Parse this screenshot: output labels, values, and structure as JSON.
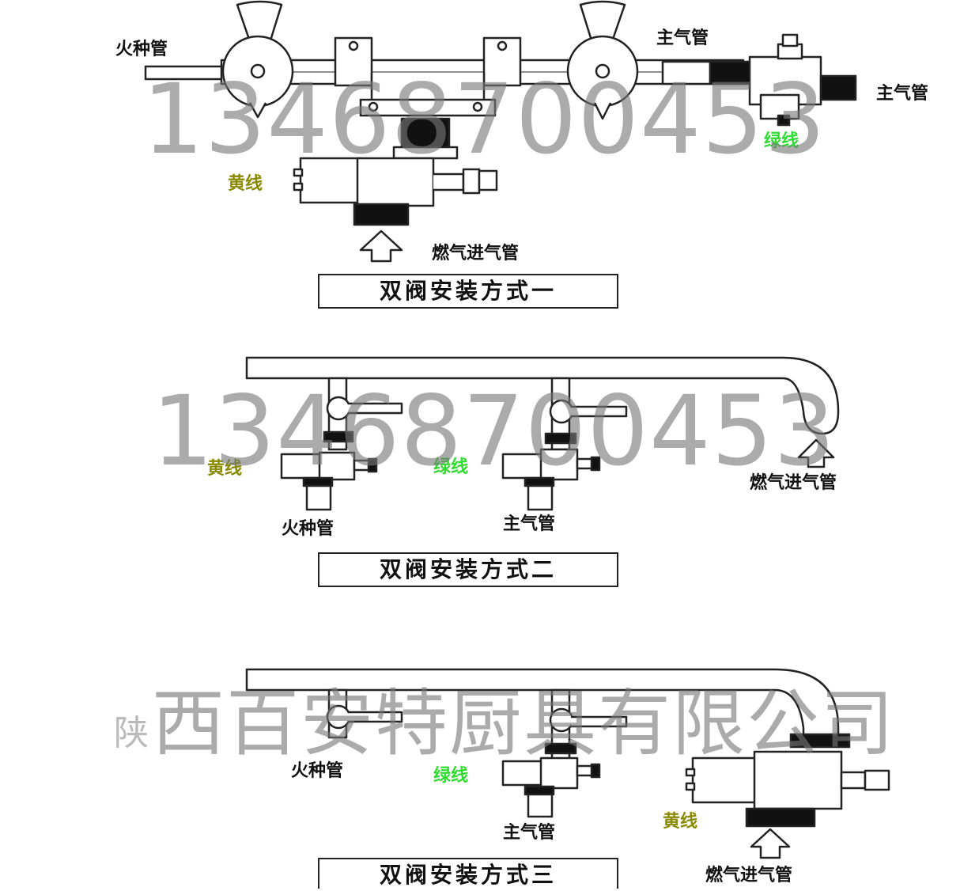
{
  "diagram1": {
    "caption": "双阀安装方式一",
    "labels": {
      "pilot_pipe": "火种管",
      "main_pipe_top": "主气管",
      "main_pipe_right": "主气管",
      "green_wire": "绿线",
      "yellow_wire": "黄线",
      "gas_inlet": "燃气进气管"
    }
  },
  "diagram2": {
    "caption": "双阀安装方式二",
    "labels": {
      "yellow_wire": "黄线",
      "green_wire": "绿线",
      "gas_inlet": "燃气进气管",
      "pilot_pipe": "火种管",
      "main_pipe": "主气管"
    }
  },
  "diagram3": {
    "caption": "双阀安装方式三",
    "labels": {
      "pilot_pipe": "火种管",
      "green_wire": "绿线",
      "main_pipe": "主气管",
      "yellow_wire": "黄线",
      "gas_inlet": "燃气进气管"
    }
  },
  "watermark": {
    "phone": "13468700453",
    "province_char": "陕",
    "company": "西百安特厨具有限公司"
  },
  "colors": {
    "yellow_wire": "#8a8a00",
    "green_wire": "#2fdc2f",
    "line": "#222222",
    "watermark": "#808080"
  }
}
